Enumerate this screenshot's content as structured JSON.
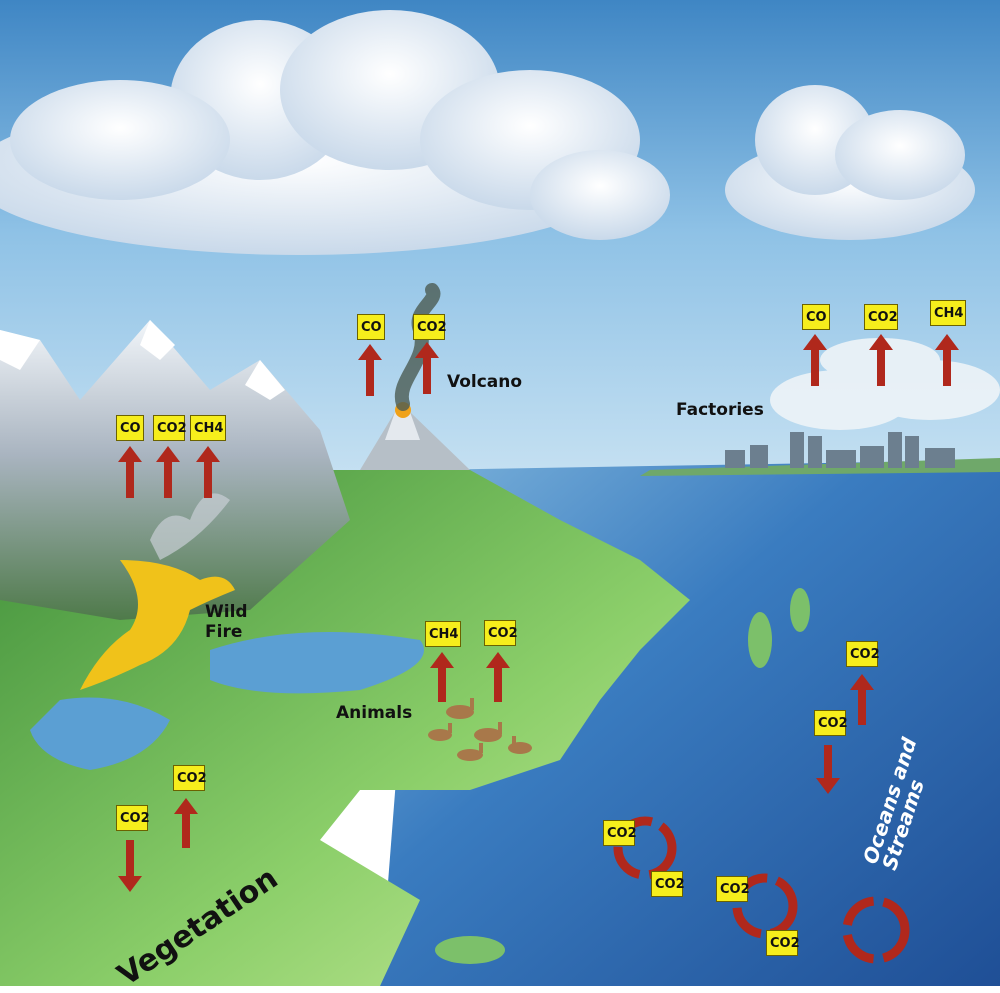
{
  "labels": {
    "volcano": "Volcano",
    "factories": "Factories",
    "wild_fire": "Wild\nFire",
    "animals": "Animals",
    "vegetation": "Vegetation",
    "oceans": "Oceans and Streams"
  },
  "tags": {
    "mountain": [
      "CO",
      "CO2",
      "CH4"
    ],
    "volcano": [
      "CO",
      "CO2"
    ],
    "factories": [
      "CO",
      "CO2",
      "CH4"
    ],
    "animals": [
      "CH4",
      "CO2"
    ],
    "vegetation_down": "CO2",
    "vegetation_up": "CO2",
    "ocean_up": "CO2",
    "ocean_down": "CO2",
    "cycle1_a": "CO2",
    "cycle1_b": "CO2",
    "cycle2_a": "CO2",
    "cycle2_b": "CO2"
  },
  "colors": {
    "arrow": "#b0281c",
    "tag_fill": "#f6ee1c",
    "sky_top": "#3f86c4",
    "ocean": "#2f6fb6",
    "land": "#5fae3e"
  }
}
